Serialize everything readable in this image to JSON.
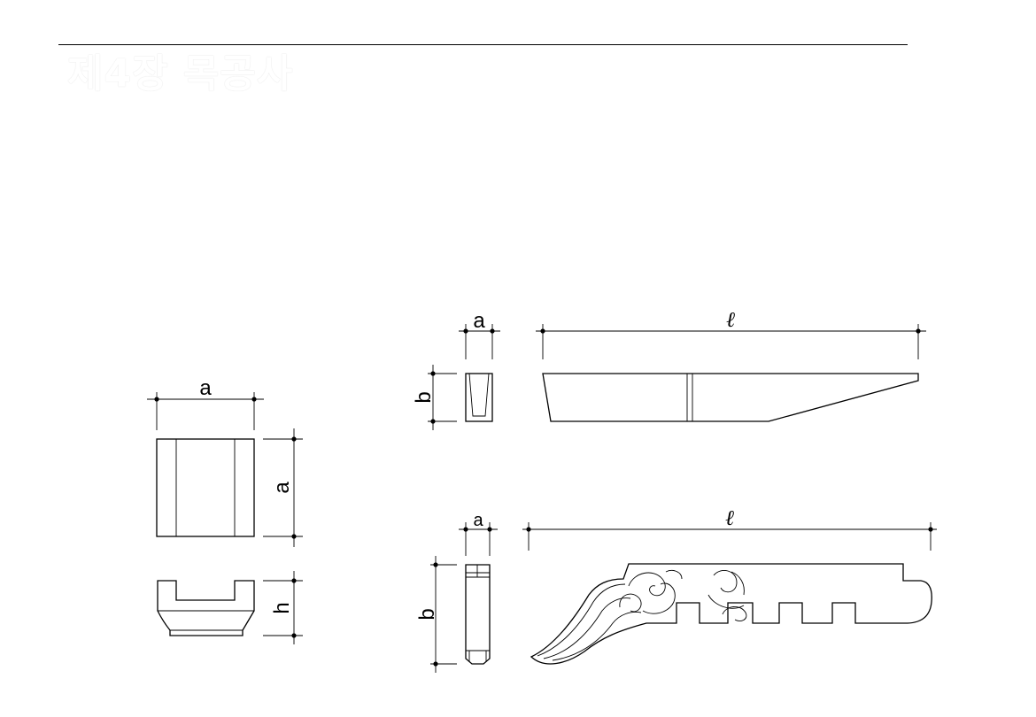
{
  "header": {
    "title": "제4장 목공사"
  },
  "figure": {
    "block_top": {
      "width_label": "a",
      "depth_label": "a"
    },
    "block_side": {
      "height_label": "h"
    },
    "bracket_plain_section": {
      "width_label": "a",
      "height_label": "b"
    },
    "bracket_plain_elevation": {
      "length_label": "ℓ"
    },
    "bracket_carved_section": {
      "width_label": "a",
      "height_label": "b"
    },
    "bracket_carved_elevation": {
      "length_label": "ℓ"
    }
  }
}
